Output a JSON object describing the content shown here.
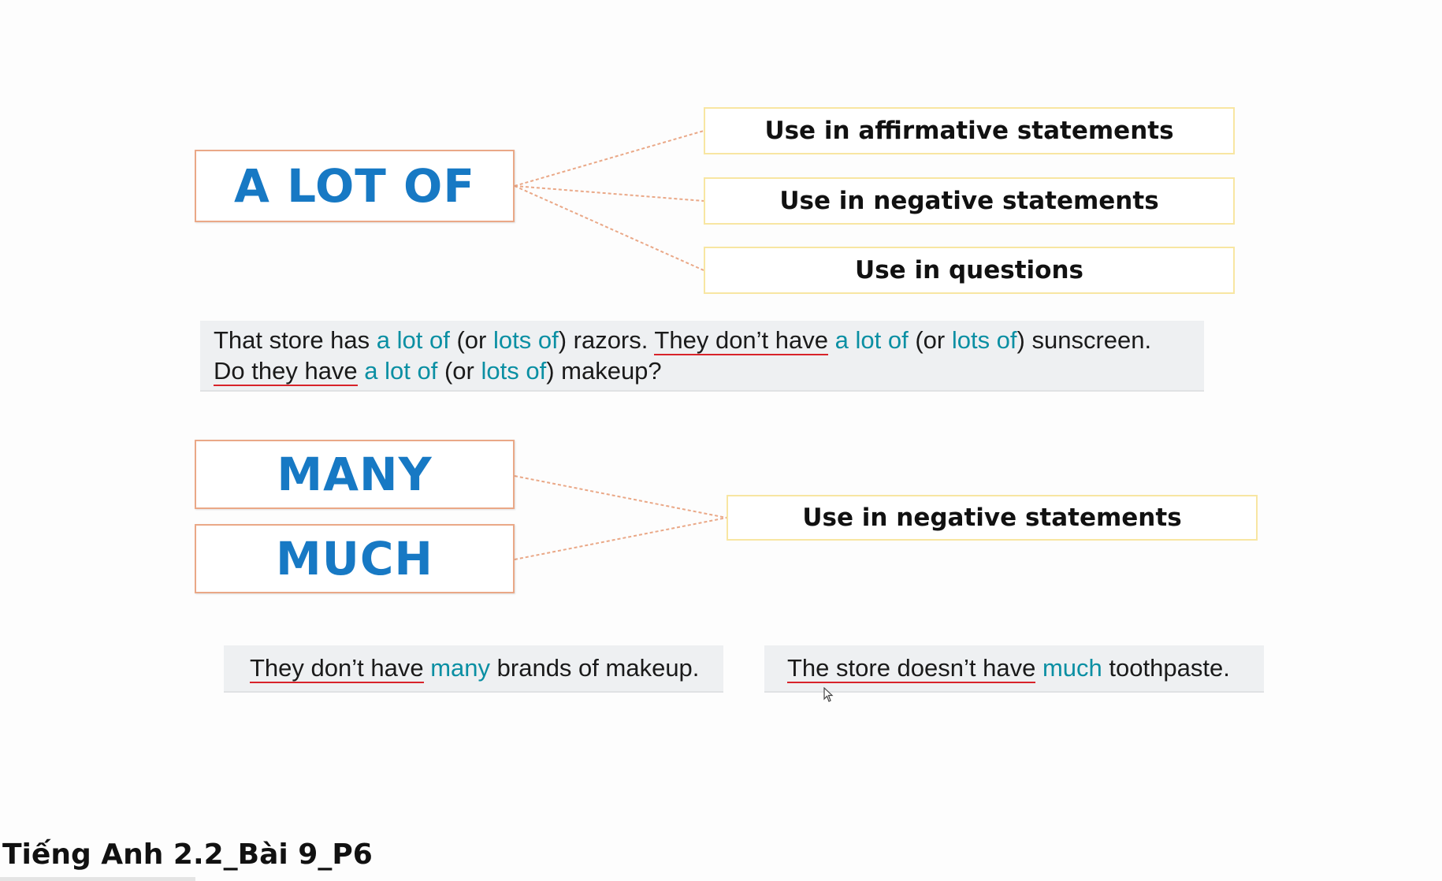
{
  "lot_of_section": {
    "keyword": "A LOT OF",
    "usages": [
      "Use in affirmative statements",
      "Use in negative statements",
      "Use in questions"
    ],
    "example": {
      "line1": [
        {
          "t": "That store has ",
          "s": "n"
        },
        {
          "t": "a lot of",
          "s": "h"
        },
        {
          "t": " (or ",
          "s": "n"
        },
        {
          "t": "lots of",
          "s": "h"
        },
        {
          "t": ") razors. ",
          "s": "n"
        },
        {
          "t": "They don’t have",
          "s": "u"
        },
        {
          "t": " ",
          "s": "n"
        },
        {
          "t": "a lot of",
          "s": "h"
        },
        {
          "t": " (or ",
          "s": "n"
        },
        {
          "t": "lots of",
          "s": "h"
        },
        {
          "t": ") sunscreen.",
          "s": "n"
        }
      ],
      "line2": [
        {
          "t": "Do they have",
          "s": "u"
        },
        {
          "t": " ",
          "s": "n"
        },
        {
          "t": "a lot of",
          "s": "h"
        },
        {
          "t": " (or ",
          "s": "n"
        },
        {
          "t": "lots of",
          "s": "h"
        },
        {
          "t": ") makeup?",
          "s": "n"
        }
      ]
    }
  },
  "many_much_section": {
    "keywords": [
      "MANY",
      "MUCH"
    ],
    "usage": "Use in negative statements",
    "examples": [
      [
        {
          "t": "They don’t have",
          "s": "u"
        },
        {
          "t": " ",
          "s": "n"
        },
        {
          "t": "many",
          "s": "h"
        },
        {
          "t": " brands of makeup.",
          "s": "n"
        }
      ],
      [
        {
          "t": "The store doesn’t have",
          "s": "u"
        },
        {
          "t": " ",
          "s": "n"
        },
        {
          "t": "much",
          "s": "h"
        },
        {
          "t": " toothpaste.",
          "s": "n"
        }
      ]
    ]
  },
  "footer": {
    "title": "Tiếng Anh 2.2_Bài 9_P6"
  },
  "colors": {
    "keyword_blue": "#1779c4",
    "highlight_teal": "#0a8fa3",
    "underline_red": "#d8232a",
    "keyword_border": "#eaa887",
    "usage_border": "#f8e6a2"
  }
}
